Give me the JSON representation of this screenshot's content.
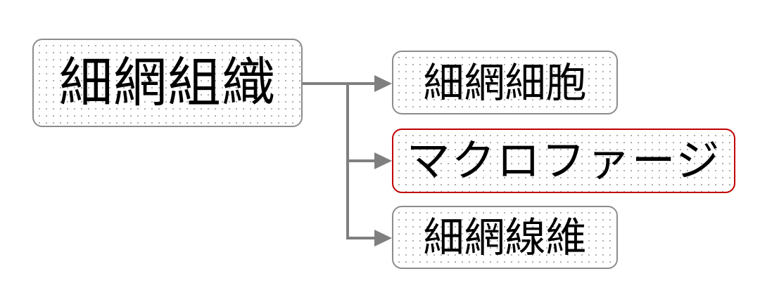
{
  "diagram": {
    "root": {
      "label": "細網組織"
    },
    "children": [
      {
        "label": "細網細胞",
        "highlighted": false
      },
      {
        "label": "マクロファージ",
        "highlighted": true
      },
      {
        "label": "細網線維",
        "highlighted": false
      }
    ]
  },
  "colors": {
    "node_border": "#8c8c8c",
    "highlight_border": "#c00000",
    "connector": "#7f7f7f",
    "dot_pattern": "#9a9a9a"
  }
}
